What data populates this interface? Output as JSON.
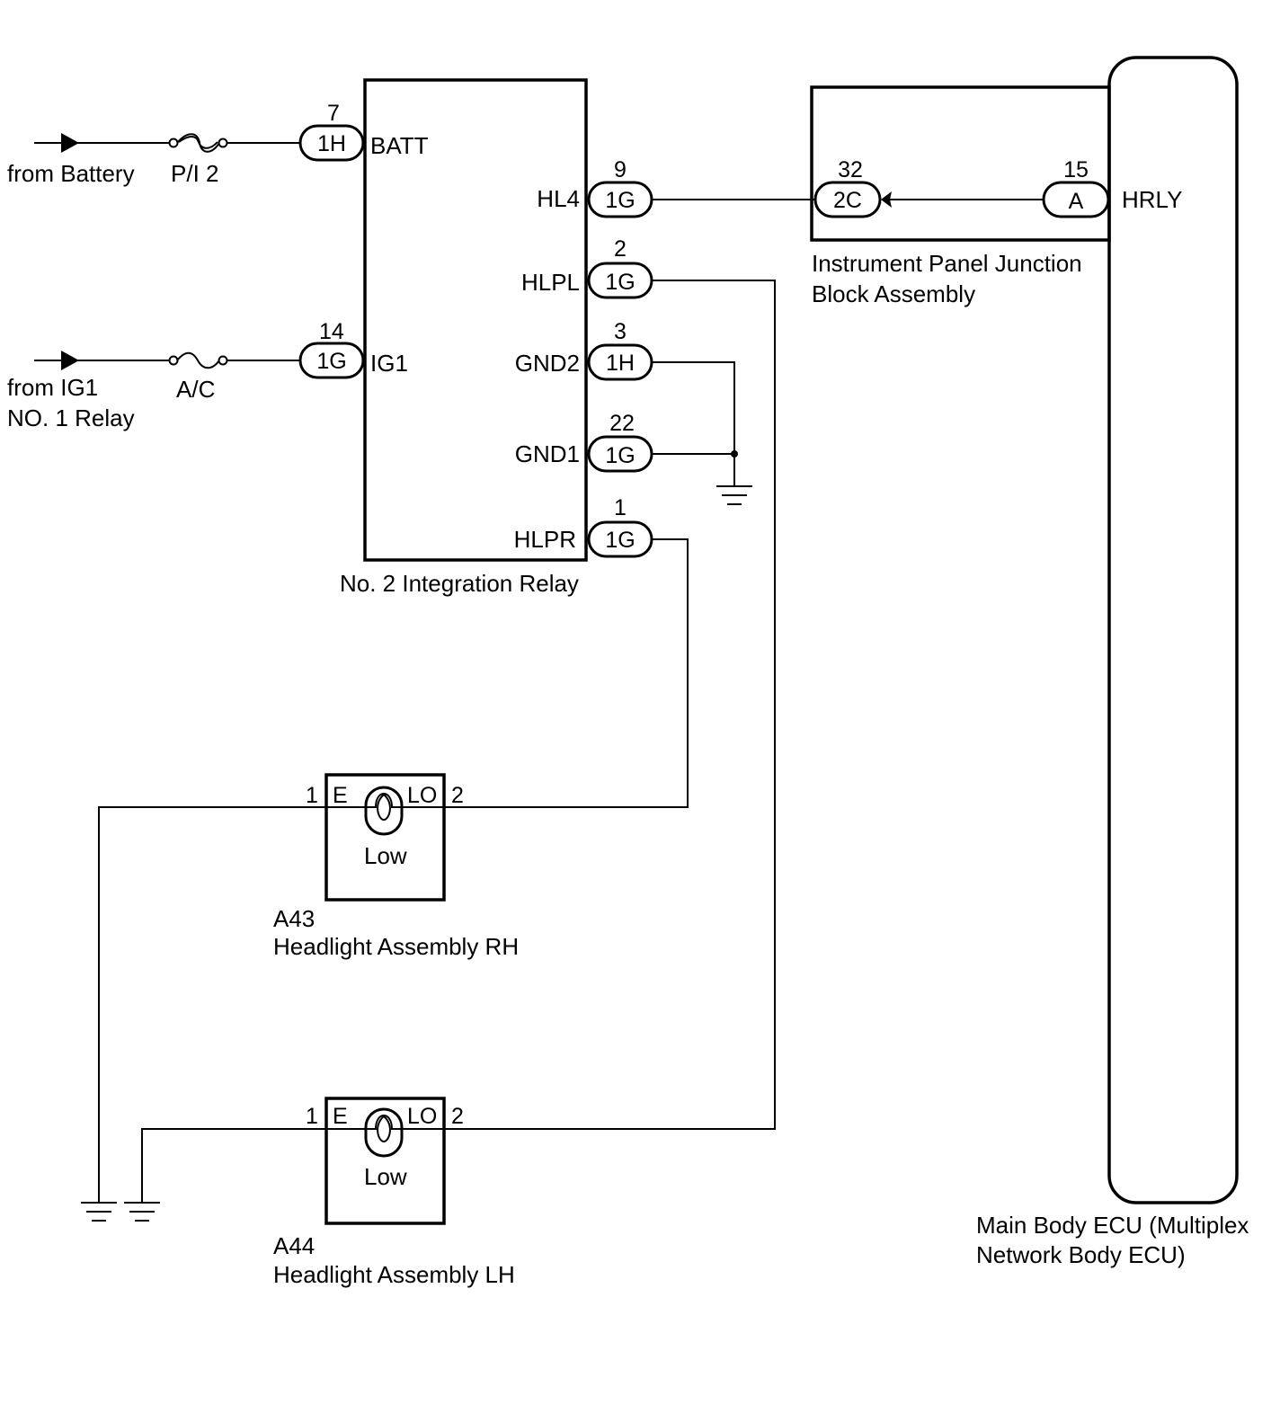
{
  "sources": {
    "battery": "from Battery",
    "ig1_line1": "from IG1",
    "ig1_line2": "NO. 1 Relay"
  },
  "fuses": {
    "pi2": "P/I 2",
    "ac": "A/C"
  },
  "relay": {
    "name": "No. 2 Integration Relay",
    "pins": {
      "batt": {
        "num": "7",
        "conn": "1H",
        "label": "BATT"
      },
      "ig1": {
        "num": "14",
        "conn": "1G",
        "label": "IG1"
      },
      "hl4": {
        "num": "9",
        "conn": "1G",
        "label": "HL4"
      },
      "hlpl": {
        "num": "2",
        "conn": "1G",
        "label": "HLPL"
      },
      "gnd2": {
        "num": "3",
        "conn": "1H",
        "label": "GND2"
      },
      "gnd1": {
        "num": "22",
        "conn": "1G",
        "label": "GND1"
      },
      "hlpr": {
        "num": "1",
        "conn": "1G",
        "label": "HLPR"
      }
    }
  },
  "junction_block": {
    "name_line1": "Instrument Panel Junction",
    "name_line2": "Block Assembly",
    "pin_in": {
      "num": "32",
      "conn": "2C"
    }
  },
  "ecu": {
    "name_line1": "Main Body ECU (Multiplex",
    "name_line2": "Network Body ECU)",
    "pin": {
      "num": "15",
      "conn": "A",
      "label": "HRLY"
    }
  },
  "headlight_rh": {
    "code": "A43",
    "name": "Headlight Assembly RH",
    "pin_e_num": "1",
    "pin_e_label": "E",
    "pin_lo_label": "LO",
    "pin_lo_num": "2",
    "bulb": "Low"
  },
  "headlight_lh": {
    "code": "A44",
    "name": "Headlight Assembly LH",
    "pin_e_num": "1",
    "pin_e_label": "E",
    "pin_lo_label": "LO",
    "pin_lo_num": "2",
    "bulb": "Low"
  }
}
